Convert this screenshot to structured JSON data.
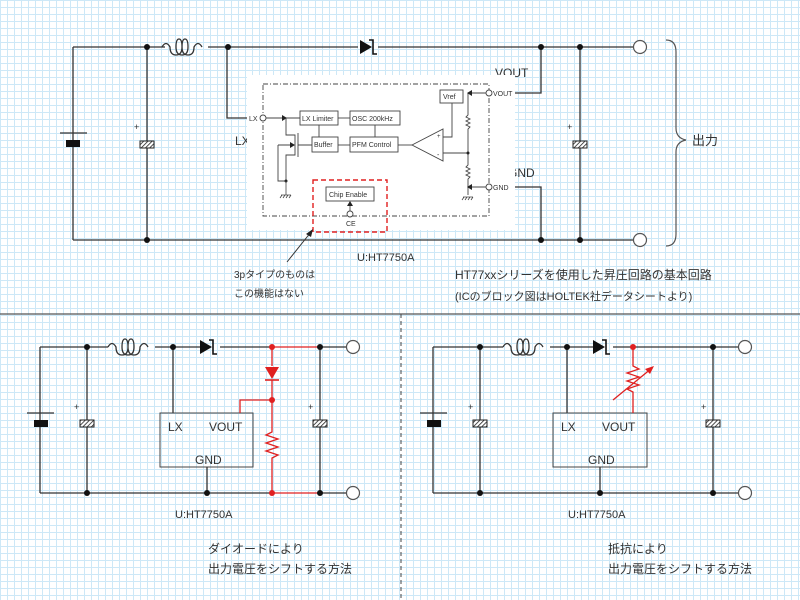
{
  "top_circuit": {
    "label_lx": "LX",
    "label_vout": "VOUT",
    "label_gnd": "GND",
    "output_label": "出力",
    "ic_part": "U:HT7750A",
    "block": {
      "pin_lx": "LX",
      "pin_vout": "VOUT",
      "pin_gnd": "GND",
      "pin_ce": "CE",
      "lx_limiter": "LX Limiter",
      "osc": "OSC 200kHz",
      "buffer": "Buffer",
      "pfm_control": "PFM Control",
      "vref": "Vref",
      "chip_enable": "Chip Enable"
    },
    "note_line1": "3pタイプのものは",
    "note_line2": "この機能はない",
    "caption_line1": "HT77xxシリーズを使用した昇圧回路の基本回路",
    "caption_line2": "(ICのブロック図はHOLTEK社データシートより)"
  },
  "left_circuit": {
    "ic_lx": "LX",
    "ic_vout": "VOUT",
    "ic_gnd": "GND",
    "ic_part": "U:HT7750A",
    "caption_line1": "ダイオードにより",
    "caption_line2": "出力電圧をシフトする方法"
  },
  "right_circuit": {
    "ic_lx": "LX",
    "ic_vout": "VOUT",
    "ic_gnd": "GND",
    "ic_part": "U:HT7750A",
    "caption_line1": "抵抗により",
    "caption_line2": "出力電圧をシフトする方法"
  },
  "colors": {
    "wire": "#333333",
    "highlight": "#e02020",
    "grid": "#cde8f7"
  }
}
